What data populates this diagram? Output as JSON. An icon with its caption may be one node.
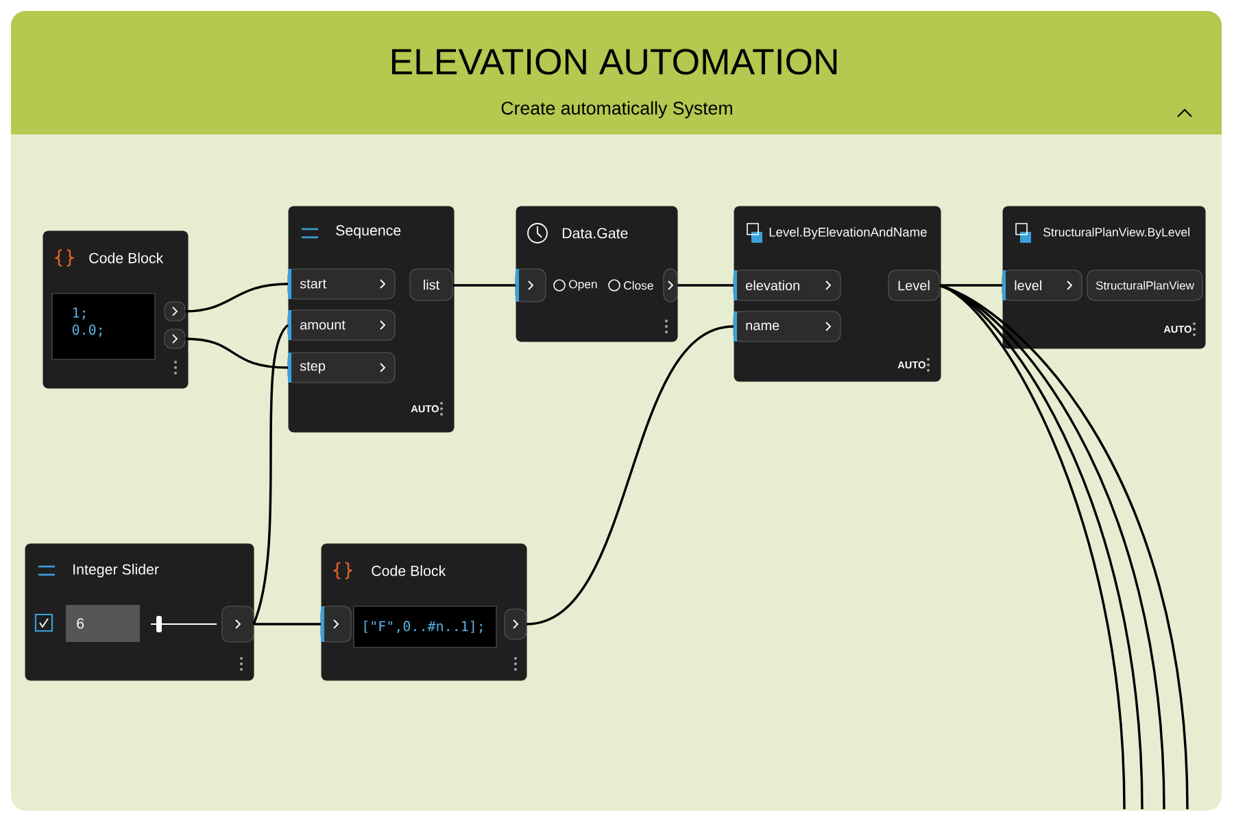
{
  "diagram": {
    "title": "ELEVATION AUTOMATION",
    "nodes": [
      {
        "text": [
          "Code Block",
          "1; 0.0;"
        ]
      },
      {
        "text": [
          "Sequence",
          "start",
          "amount",
          "step",
          "list",
          "AUTO"
        ]
      },
      {
        "text": [
          "Data.Gate",
          "Open",
          "Close"
        ]
      },
      {
        "text": [
          "Level.ByElevationAndName",
          "elevation",
          "name",
          "Level",
          "AUTO"
        ]
      },
      {
        "text": [
          "StructuralPlanView.ByLevel",
          "level",
          "StructuralPlanView",
          "AUTO"
        ]
      },
      {
        "text": [
          "Integer Slider",
          "6"
        ]
      },
      {
        "text": [
          "Code Block",
          "[\"F\",0..#n..1];"
        ]
      }
    ],
    "edges": [
      {
        "from": 0,
        "to": 1,
        "arrow": "none"
      },
      {
        "from": 0,
        "to": 1,
        "arrow": "none"
      },
      {
        "from": 5,
        "to": 1,
        "arrow": "none"
      },
      {
        "from": 1,
        "to": 2,
        "arrow": "none"
      },
      {
        "from": 2,
        "to": 3,
        "arrow": "none"
      },
      {
        "from": 5,
        "to": 6,
        "arrow": "none"
      },
      {
        "from": 6,
        "to": 3,
        "arrow": "none"
      },
      {
        "from": 3,
        "to": 4,
        "arrow": "none"
      },
      {
        "from": 3,
        "to": null,
        "arrow": "none"
      },
      {
        "from": 3,
        "to": null,
        "arrow": "none"
      },
      {
        "from": 3,
        "to": null,
        "arrow": "none"
      },
      {
        "from": 3,
        "to": null,
        "arrow": "none"
      }
    ],
    "labels": [
      "Create automatically System"
    ]
  }
}
